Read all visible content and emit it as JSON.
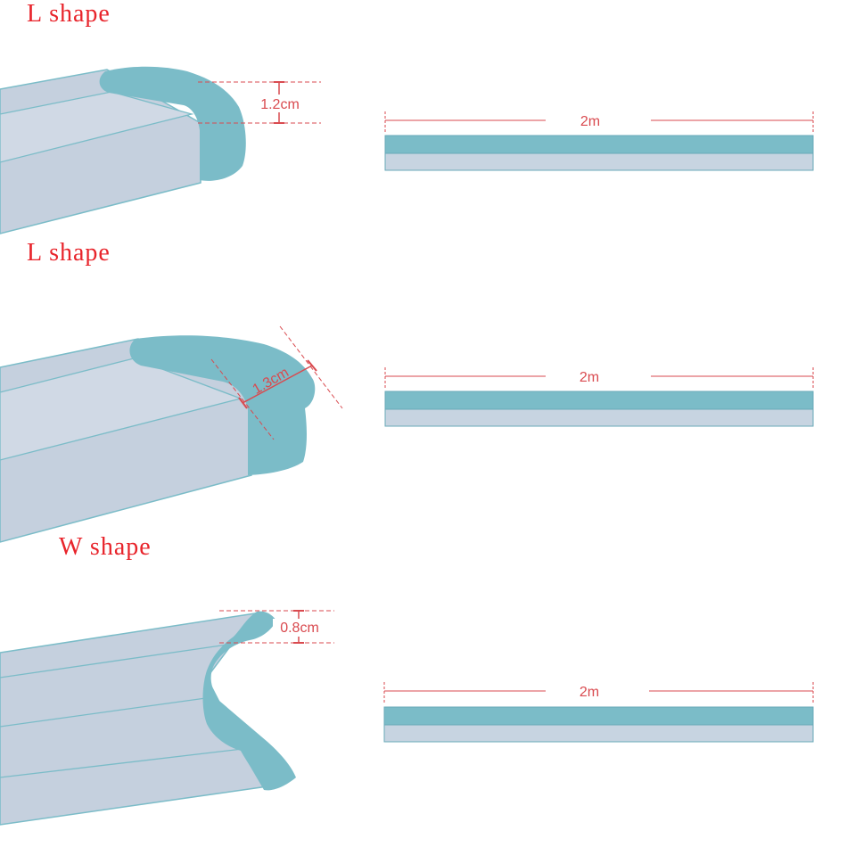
{
  "colors": {
    "accent_teal": "#7bbcc8",
    "strip_light": "#c7d4e1",
    "body_light": "#c5d0de",
    "dimension_red": "#d94a4f",
    "title_red": "#e8242b"
  },
  "sections": [
    {
      "title": "L shape",
      "profile_dimension": "1.2cm",
      "length_label": "2m"
    },
    {
      "title": "L shape",
      "profile_dimension": "1.3cm",
      "length_label": "2m"
    },
    {
      "title": "W shape",
      "profile_dimension": "0.8cm",
      "length_label": "2m"
    }
  ]
}
